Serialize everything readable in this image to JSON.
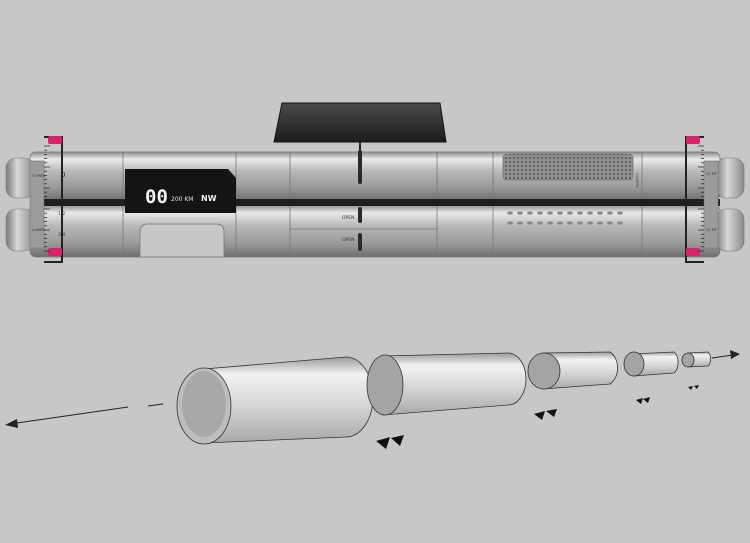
{
  "device": {
    "display": {
      "digits": "00",
      "unit": "200 KM",
      "direction": "NW"
    },
    "labels": {
      "open": "OPEN",
      "close": "OPEN",
      "left_top": "0",
      "left_mid_a": "1/2",
      "left_mid_b": "3/4",
      "right_tag": "CAMERA",
      "cap_left_top": "T OPEN",
      "cap_left_bottom": "LOWER",
      "cap_right_top": "12 MT",
      "cap_right_bottom": "12 MT"
    }
  },
  "colors": {
    "body": "#b9b8b7",
    "dark": "#1b1b1b",
    "accent": "#d8246a",
    "background": "#c8c7c5"
  },
  "icons": [
    "arrow-left-icon",
    "arrow-right-icon",
    "chevron-marks-icon"
  ]
}
